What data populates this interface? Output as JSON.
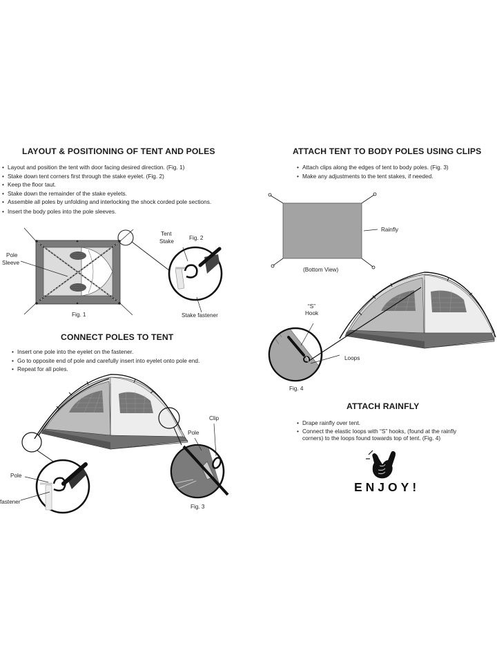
{
  "sections": {
    "layout": {
      "title": "LAYOUT & POSITIONING OF TENT AND POLES",
      "steps": [
        "Layout and position the tent with door facing desired direction. (Fig. 1)",
        "Stake down tent corners first through the stake eyelet. (Fig. 2)",
        "Keep the floor taut.",
        "Stake down the remainder of the stake eyelets.",
        "Assemble all poles by unfolding and interlocking the shock corded pole sections.",
        "Insert the body poles into the pole sleeves."
      ],
      "labels": {
        "pole": "Pole",
        "sleeve": "Sleeve",
        "fig1": "Fig. 1",
        "tent": "Tent",
        "stake": "Stake",
        "fig2": "Fig. 2",
        "stake_fastener": "Stake fastener"
      }
    },
    "connect": {
      "title": "CONNECT POLES TO TENT",
      "steps": [
        "Insert one pole into the eyelet on the fastener.",
        "Go to opposite end of pole and carefully insert into eyelet onto pole end.",
        "Repeat for all poles."
      ],
      "labels": {
        "pole_left": "Pole",
        "fastener": "fastener",
        "clip": "Clip",
        "pole_right": "Pole",
        "fig3": "Fig. 3"
      }
    },
    "attach_clips": {
      "title": "ATTACH TENT TO BODY POLES USING CLIPS",
      "steps": [
        "Attach clips along the edges of tent to body poles. (Fig. 3)",
        "Make any adjustments to the tent stakes, if needed."
      ],
      "labels": {
        "rainfly": "Rainfly",
        "bottom_view": "(Bottom View)",
        "s": "“S”",
        "hook": "Hook",
        "loops": "Loops",
        "fig4": "Fig. 4"
      }
    },
    "attach_rainfly": {
      "title": "ATTACH RAINFLY",
      "steps": [
        "Drape rainfly over tent.",
        "Connect the elastic loops with “S” hooks, (found at the rainfly corners) to the loops found towards top of tent. (Fig. 4)"
      ]
    }
  },
  "closing": {
    "text": "ENJOY!",
    "icon": "shaka-hand-icon"
  },
  "colors": {
    "text": "#1a1a1a",
    "tent_dark": "#6f6f6f",
    "tent_mid": "#a8a8a8",
    "tent_light": "#d6d6d6",
    "rainfly": "#a3a3a3"
  }
}
